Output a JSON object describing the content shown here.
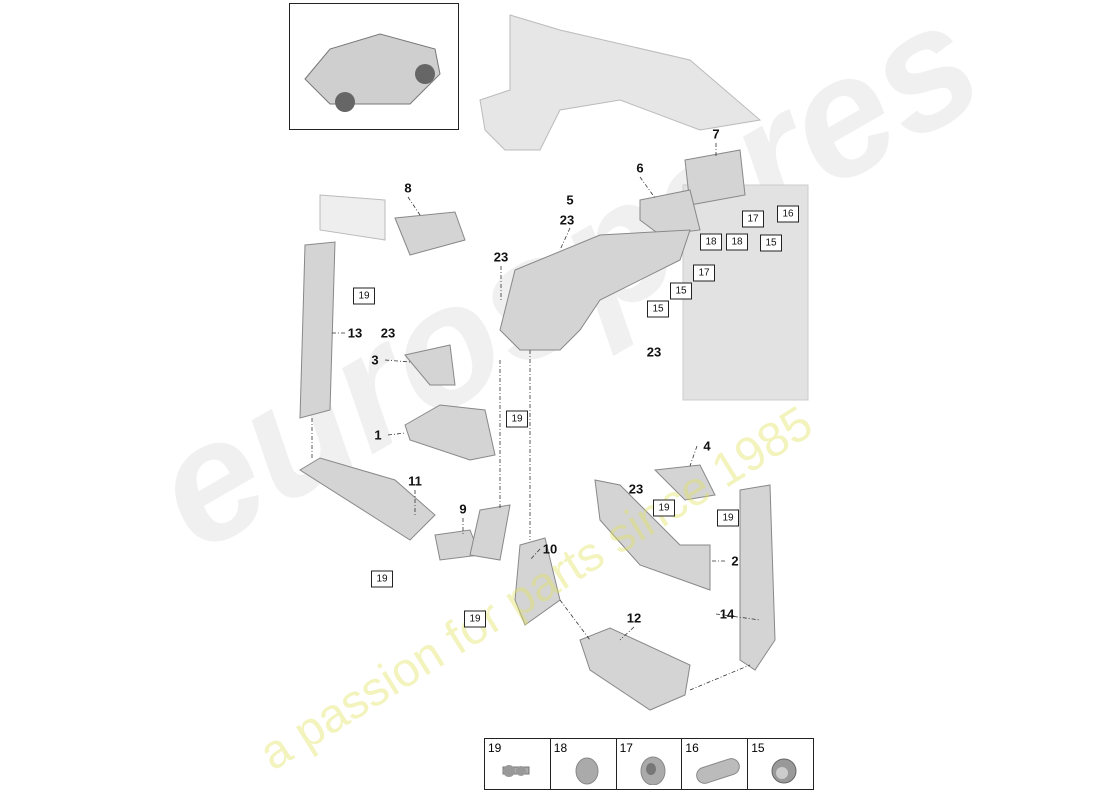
{
  "watermark": {
    "brand": "eurospares",
    "tagline": "a passion for parts since 1985"
  },
  "callouts": {
    "c7": "7",
    "c6": "6",
    "c5": "5",
    "c23a": "23",
    "c8": "8",
    "c23b": "23",
    "c13": "13",
    "c23c": "23",
    "c3": "3",
    "c23d": "23",
    "c1": "1",
    "c4": "4",
    "c23e": "23",
    "c11": "11",
    "c9": "9",
    "c10": "10",
    "c2": "2",
    "c14": "14",
    "c12": "12"
  },
  "boxed_callouts": {
    "b19a": "19",
    "b17a": "17",
    "b16": "16",
    "b18a": "18",
    "b18b": "18",
    "b15a": "15",
    "b17b": "17",
    "b15b": "15",
    "b15c": "15",
    "b19b": "19",
    "b19c": "19",
    "b19d": "19",
    "b19e": "19",
    "b19f": "19"
  },
  "legend": [
    {
      "number": "19",
      "icon": "bolt-icon"
    },
    {
      "number": "18",
      "icon": "plug-icon"
    },
    {
      "number": "17",
      "icon": "grommet-icon"
    },
    {
      "number": "16",
      "icon": "oval-plug-icon"
    },
    {
      "number": "15",
      "icon": "clip-icon"
    }
  ]
}
